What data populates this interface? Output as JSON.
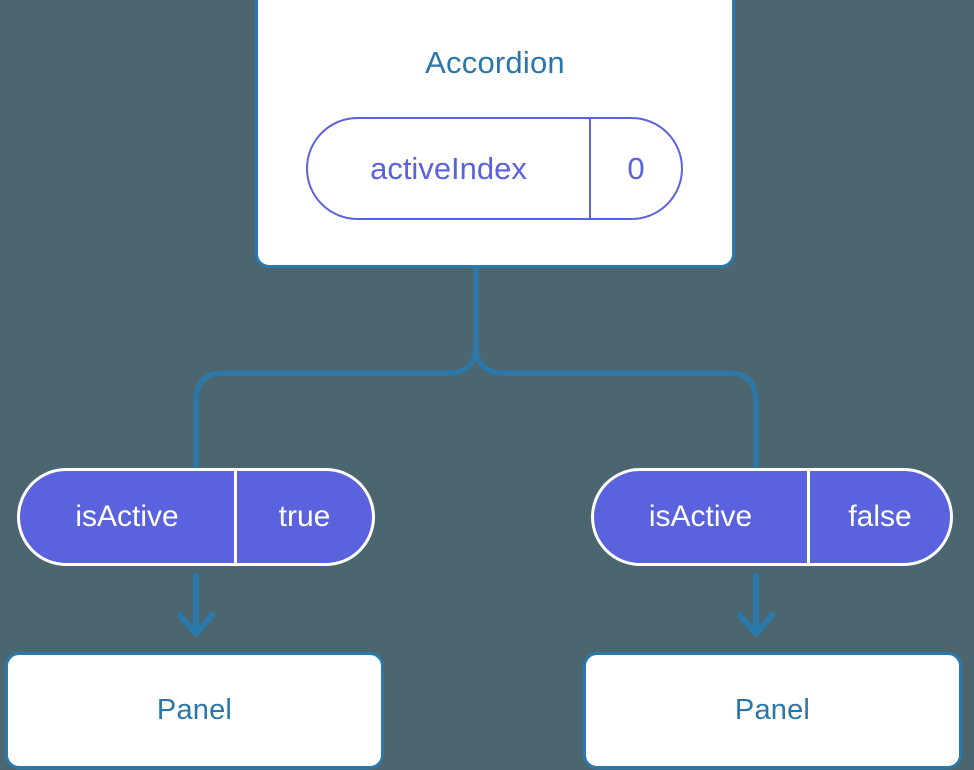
{
  "diagram": {
    "background_color": "#4c6670",
    "accent_blue": "#2b79ab",
    "accent_purple": "#5b62dd",
    "root": {
      "title": "Accordion",
      "state_pill": {
        "key": "activeIndex",
        "value": "0"
      }
    },
    "branches": [
      {
        "prop_pill": {
          "key": "isActive",
          "value": "true"
        },
        "child": {
          "title": "Panel"
        },
        "connector_icon": "arrow-down-icon"
      },
      {
        "prop_pill": {
          "key": "isActive",
          "value": "false"
        },
        "child": {
          "title": "Panel"
        },
        "connector_icon": "arrow-down-icon"
      }
    ]
  }
}
